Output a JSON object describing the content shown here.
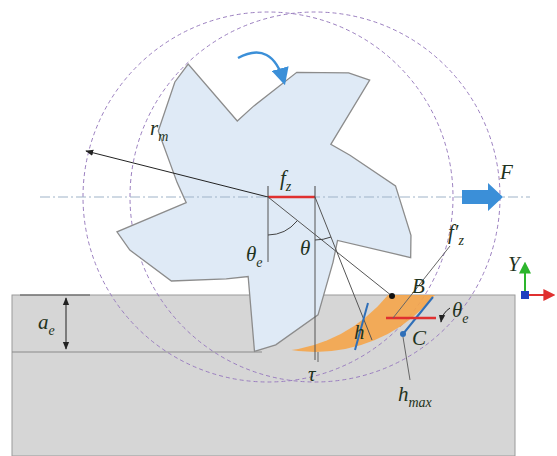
{
  "diagram": {
    "labels": [
      "rm",
      "fz",
      "θe",
      "θ",
      "F",
      "f′z",
      "B",
      "ae",
      "h",
      "C",
      "θe",
      "τ",
      "hmax",
      "Y"
    ]
  }
}
